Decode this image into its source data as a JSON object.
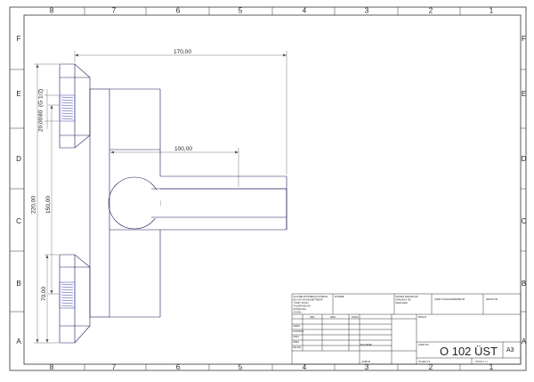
{
  "zones": {
    "cols": [
      "8",
      "7",
      "6",
      "5",
      "4",
      "3",
      "2",
      "1"
    ],
    "rows": [
      "F",
      "E",
      "D",
      "C",
      "B",
      "A"
    ]
  },
  "dimensions": {
    "width_170": "170,00",
    "width_100": "100,00",
    "height_220": "220,00",
    "height_150": "150,00",
    "height_70": "70,00",
    "height_20": "20,00",
    "thread": "(G 1/2)",
    "thread_dia": "80"
  },
  "title_block": {
    "general_tolerance": "AKSI BELIRTILMEDIGI SÜRECE: BOYUTLAR MILIMETREDIR YÜZEY SONU: TOLERANSLAR: DOGRUSAL: ACISAL:",
    "finish_label": "BITIRME:",
    "edge_label": "KESKIN KENARLARI KIRILMAYI DE DELIKLERI",
    "do_not_scale": "ÇIZIM ÖLÇEKLENDIRMEYIN",
    "revision_label": "REVIZYON",
    "col_name": "ISIM",
    "col_sign": "IMZA",
    "col_date": "TARIH",
    "row_draw": "ÇIZEN",
    "row_check": "KONTROL",
    "row_approve": "ONAY",
    "row_mfg": "ÜRET",
    "row_quality": "KALITE",
    "material_label": "MALZEME:",
    "title_label": "BASLIK:",
    "weight_label": "AGIRLIK:",
    "dwg_no_label": "ÇIZIM NO.",
    "scale_label": "ÖLÇEK:1:2",
    "sheet_label": "SAYFA 1 / 1",
    "drawing_number": "O 102 ÜST",
    "paper_size": "A3"
  }
}
